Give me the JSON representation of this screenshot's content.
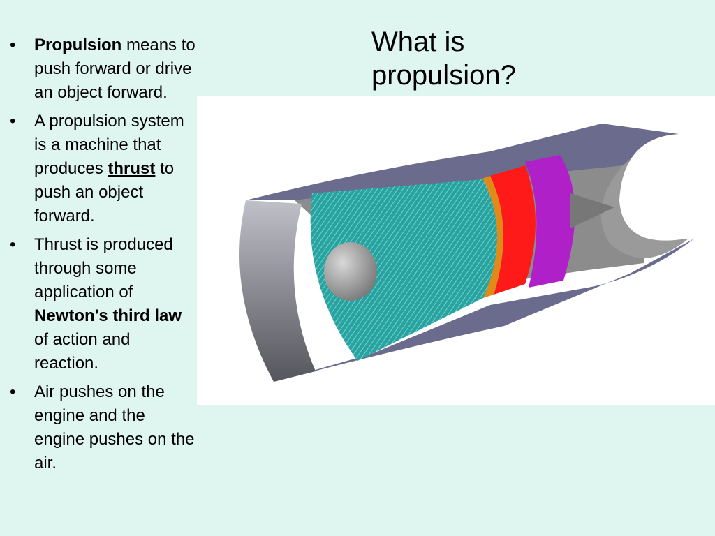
{
  "slide": {
    "title_line1": "What is",
    "title_line2": "propulsion?",
    "bullets": [
      {
        "b1_bold": "Propulsion",
        "b1_rest": " means to push forward or drive an object forward."
      },
      {
        "b2_pre": "A propulsion system is a machine that produces ",
        "b2_u": "thrust",
        "b2_post": " to push an object forward."
      },
      {
        "b3_pre": "Thrust is produced through some application of ",
        "b3_bold": "Newton's third law",
        "b3_post": " of action and reaction."
      },
      {
        "b4_text": "Air pushes on the engine and the engine pushes on the air."
      }
    ],
    "bullet_glyph": "•",
    "figure": {
      "subject": "jet-engine-cutaway",
      "colors": {
        "casing": "#6b6b8e",
        "casing_inner": "#8c8c8c",
        "compressor": "#2aa3a0",
        "combustor": "#ff1a1a",
        "turbine": "#b020c8",
        "spinner": "#9a9a9a"
      }
    }
  }
}
